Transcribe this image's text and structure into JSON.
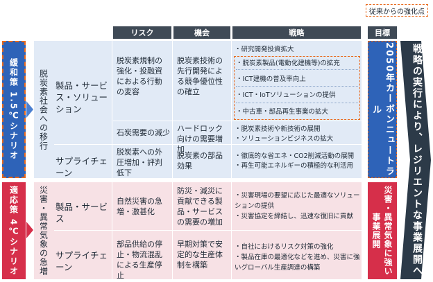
{
  "legend": {
    "label": "従来からの強化点"
  },
  "headers": {
    "risk": "リスク",
    "opportunity": "機会",
    "strategy": "戦略",
    "goal": "目標"
  },
  "scenario_15": {
    "line1": "1.5℃シナリオ",
    "line2": "緩和策"
  },
  "scenario_4": {
    "line1": "4℃シナリオ",
    "line2": "適応策"
  },
  "transition": {
    "label": "脱炭素社会への移行",
    "products": {
      "category": "製品・サービス・ソリューション",
      "risk1": "脱炭素規制の強化・投融資におよる行動の変容",
      "opp1": "脱炭素技術の先行開発による競争優位性の確立",
      "strategies1": [
        "・研究開発投資拡大",
        "・脱炭素製品(電動化建機等)の拡充",
        "・ICT建機の普及率向上",
        "・ICT・IoTソリューションの提供",
        "・中古車・部品再生事業の拡大"
      ],
      "risk2": "石炭需要の減少",
      "opp2": "ハードロック向けの需要増加",
      "strategies2": [
        "・脱炭素技術や新技術の展開",
        "・ソリューションビジネスの拡大"
      ]
    },
    "supply": {
      "category": "サプライチェーン",
      "risk": "脱炭素への外圧増加・評判低下",
      "opp": "脱炭素の部品効果",
      "strategies": [
        "・徹底的な省エネ・CO2削減活動の展開",
        "・再生可能エネルギーの積極的な利活用"
      ]
    }
  },
  "disaster": {
    "label": "災害・異常気象の急増",
    "products": {
      "category": "製品・サービス",
      "risk": "自然災害の急増・激甚化",
      "opp": "防災・減災に貢献できる製品・サービスの需要の増加",
      "strategies": [
        "・災害現場の要望に応じた最適なソリューションの提供",
        "・災害協定を締結し、迅速な復旧に貢献"
      ]
    },
    "supply": {
      "category": "サプライチェーン",
      "risk": "部品供給の停止・物流混乱による生産停止",
      "opp": "早期対策で安定的な生産体制を構築",
      "strategies": [
        "・自社におけるリスク対策の強化",
        "・製品在庫の最適化などを進め、災害に強いグローバル生産調達の構築"
      ]
    }
  },
  "goals": {
    "carbon": "2050年カーボンニュートラル",
    "resilient": "災害・異常気象に強い事業展開"
  },
  "conclusion": "戦略の実行により、レジリエントな事業展開へ"
}
